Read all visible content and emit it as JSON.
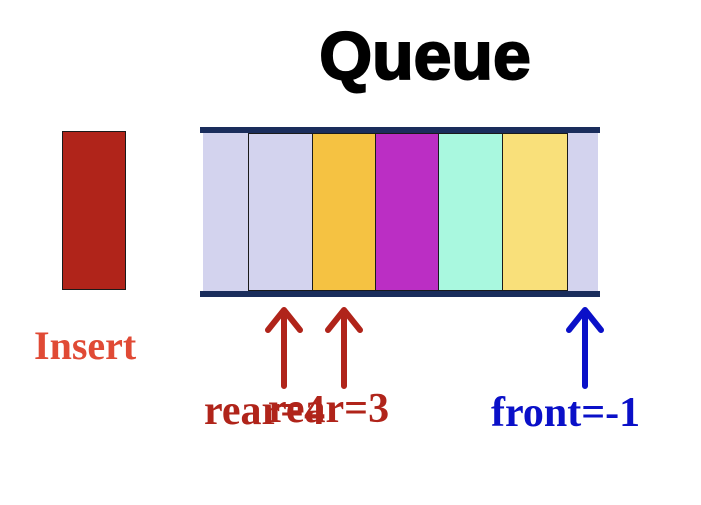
{
  "title": "Queue",
  "insert": {
    "label": "Insert",
    "block_color": "#b0241a",
    "label_color": "#e04a35"
  },
  "queue": {
    "background_color": "#d3d3ee",
    "rail_color": "#1a2d5c",
    "cells": [
      {
        "color": "#d3d3ee"
      },
      {
        "color": "#f5c242"
      },
      {
        "color": "#bb2ec4"
      },
      {
        "color": "#a9f8df"
      },
      {
        "color": "#f9e07a"
      }
    ]
  },
  "pointers": {
    "rear_old_label": "rear=4",
    "rear_new_label": "rear=3",
    "front_label": "front=-1",
    "rear_color": "#b0241a",
    "front_color": "#0a10c8"
  }
}
